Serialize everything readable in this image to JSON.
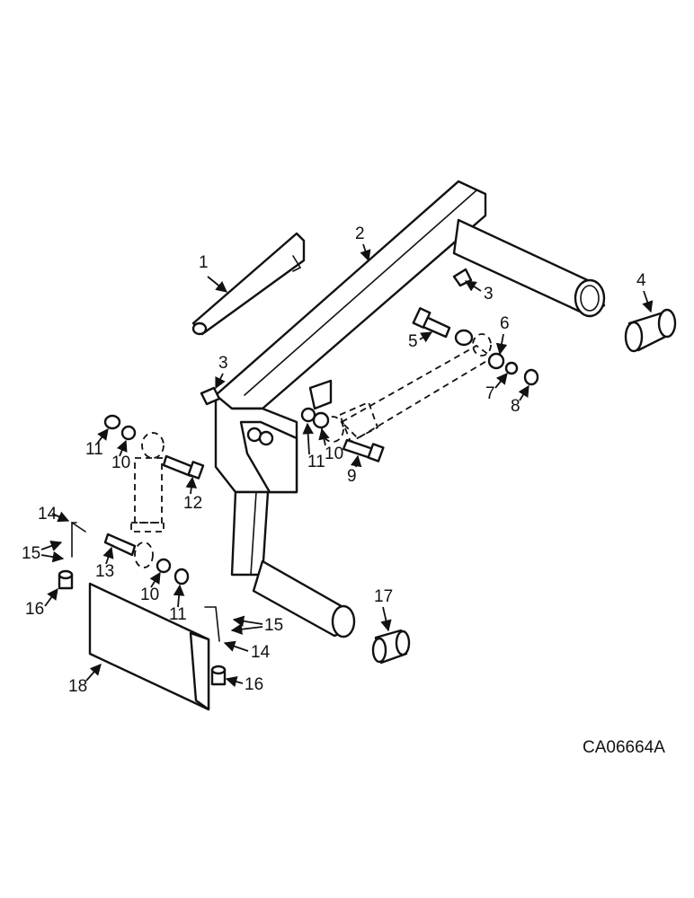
{
  "diagram_code": "CA06664A",
  "callouts": [
    "1",
    "2",
    "3",
    "3",
    "4",
    "5",
    "6",
    "7",
    "8",
    "9",
    "10",
    "11",
    "12",
    "10",
    "11",
    "13",
    "14",
    "15",
    "16",
    "10",
    "11",
    "14",
    "15",
    "16",
    "17",
    "18"
  ],
  "colors": {
    "ink": "#111111",
    "paper": "#ffffff"
  }
}
